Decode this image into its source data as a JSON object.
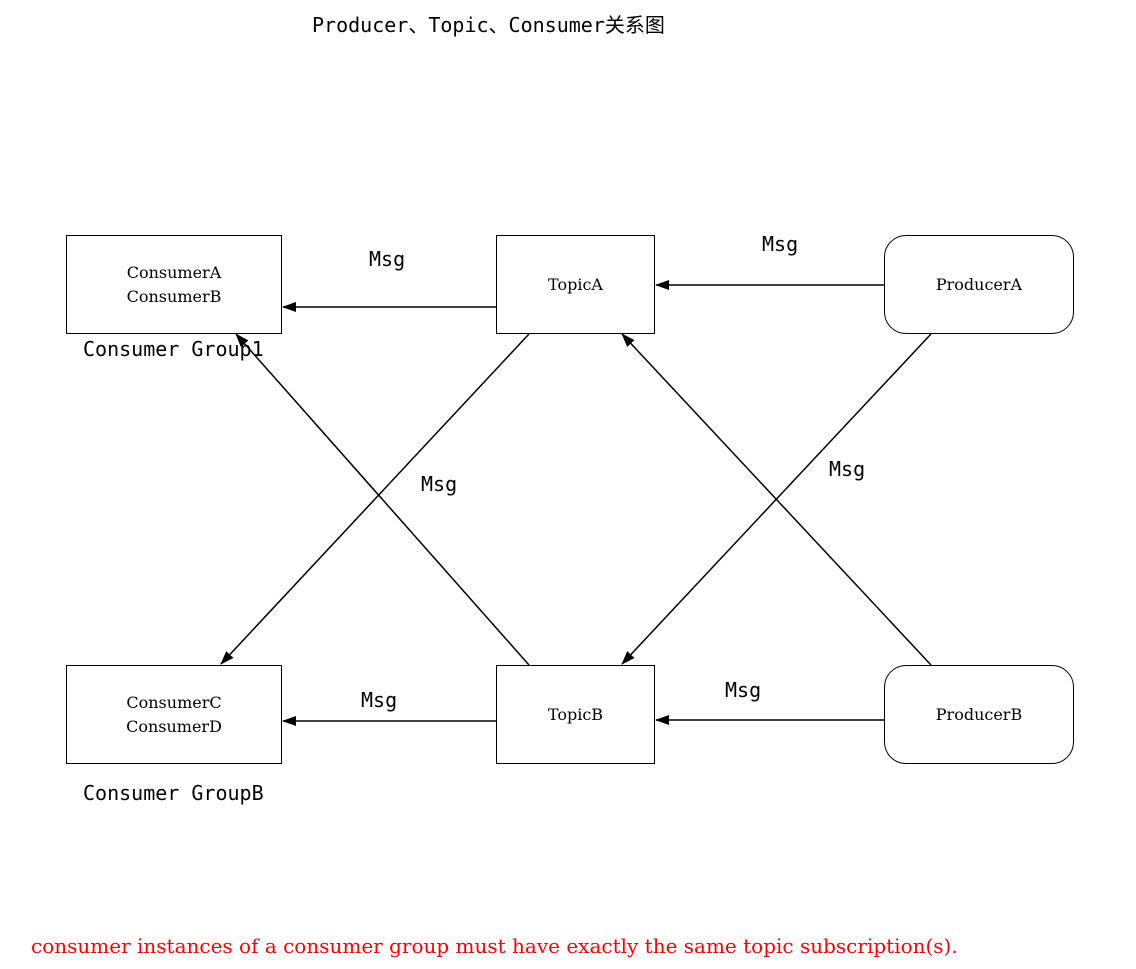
{
  "title": "Producer、Topic、Consumer关系图",
  "nodes": {
    "consumer_group_1": {
      "lines": [
        "ConsumerA",
        "ConsumerB"
      ]
    },
    "consumer_group_b": {
      "lines": [
        "ConsumerC",
        "ConsumerD"
      ]
    },
    "topic_a": {
      "label": "TopicA"
    },
    "topic_b": {
      "label": "TopicB"
    },
    "producer_a": {
      "label": "ProducerA"
    },
    "producer_b": {
      "label": "ProducerB"
    }
  },
  "group_labels": {
    "group_1": "Consumer Group1",
    "group_b": "Consumer GroupB"
  },
  "edges": [
    {
      "from": "ProducerA",
      "to": "TopicA",
      "label": "Msg"
    },
    {
      "from": "TopicA",
      "to": "ConsumerA/ConsumerB",
      "label": "Msg"
    },
    {
      "from": "ProducerB",
      "to": "TopicB",
      "label": "Msg"
    },
    {
      "from": "TopicB",
      "to": "ConsumerC/ConsumerD",
      "label": "Msg"
    },
    {
      "from": "TopicA",
      "to": "ConsumerC/ConsumerD",
      "label": "Msg"
    },
    {
      "from": "ProducerA",
      "to": "TopicB",
      "label": "Msg"
    },
    {
      "from": "TopicB",
      "to": "ConsumerA/ConsumerB",
      "label": ""
    },
    {
      "from": "ProducerB",
      "to": "TopicA",
      "label": ""
    }
  ],
  "note": "consumer instances of a consumer group must have exactly the same topic subscription(s).",
  "colors": {
    "line": "#000000",
    "note": "#ff0000",
    "background": "#ffffff"
  }
}
